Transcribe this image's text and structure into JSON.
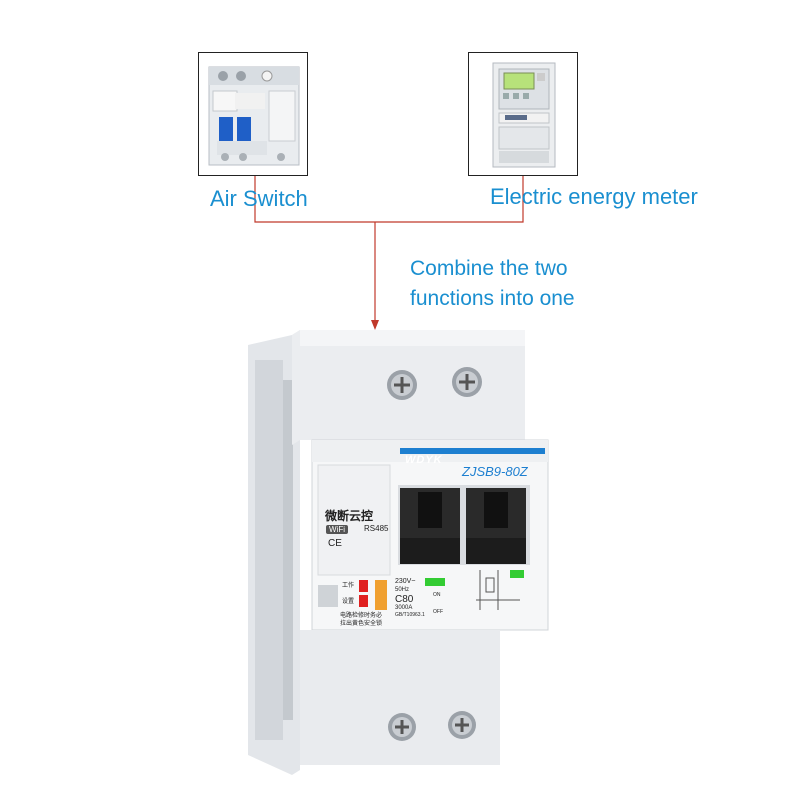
{
  "left_product": {
    "label": "Air Switch"
  },
  "right_product": {
    "label": "Electric energy meter"
  },
  "caption": {
    "line1": "Combine the two",
    "line2": "functions into one"
  },
  "breaker": {
    "brand": "WDYK",
    "model": "ZJSB9-80Z",
    "name_cn": "微断云控",
    "wifi": "WiFi",
    "bus": "RS485",
    "ce": "CE",
    "status_work": "工作",
    "status_set": "设置",
    "rating_line1": "230V~",
    "rating_line2": "50Hz",
    "rating_line3": "C80",
    "rating_line4": "3000A",
    "standard": "GB/T10963.1",
    "on_label": "ON",
    "off_label": "OFF",
    "warning_line1": "电路检修时务必",
    "warning_line2": "拉出黄色安全锁"
  },
  "colors": {
    "accent": "#1a8fd0",
    "connector": "#c0392b",
    "toggle": "#1c1c1c"
  }
}
